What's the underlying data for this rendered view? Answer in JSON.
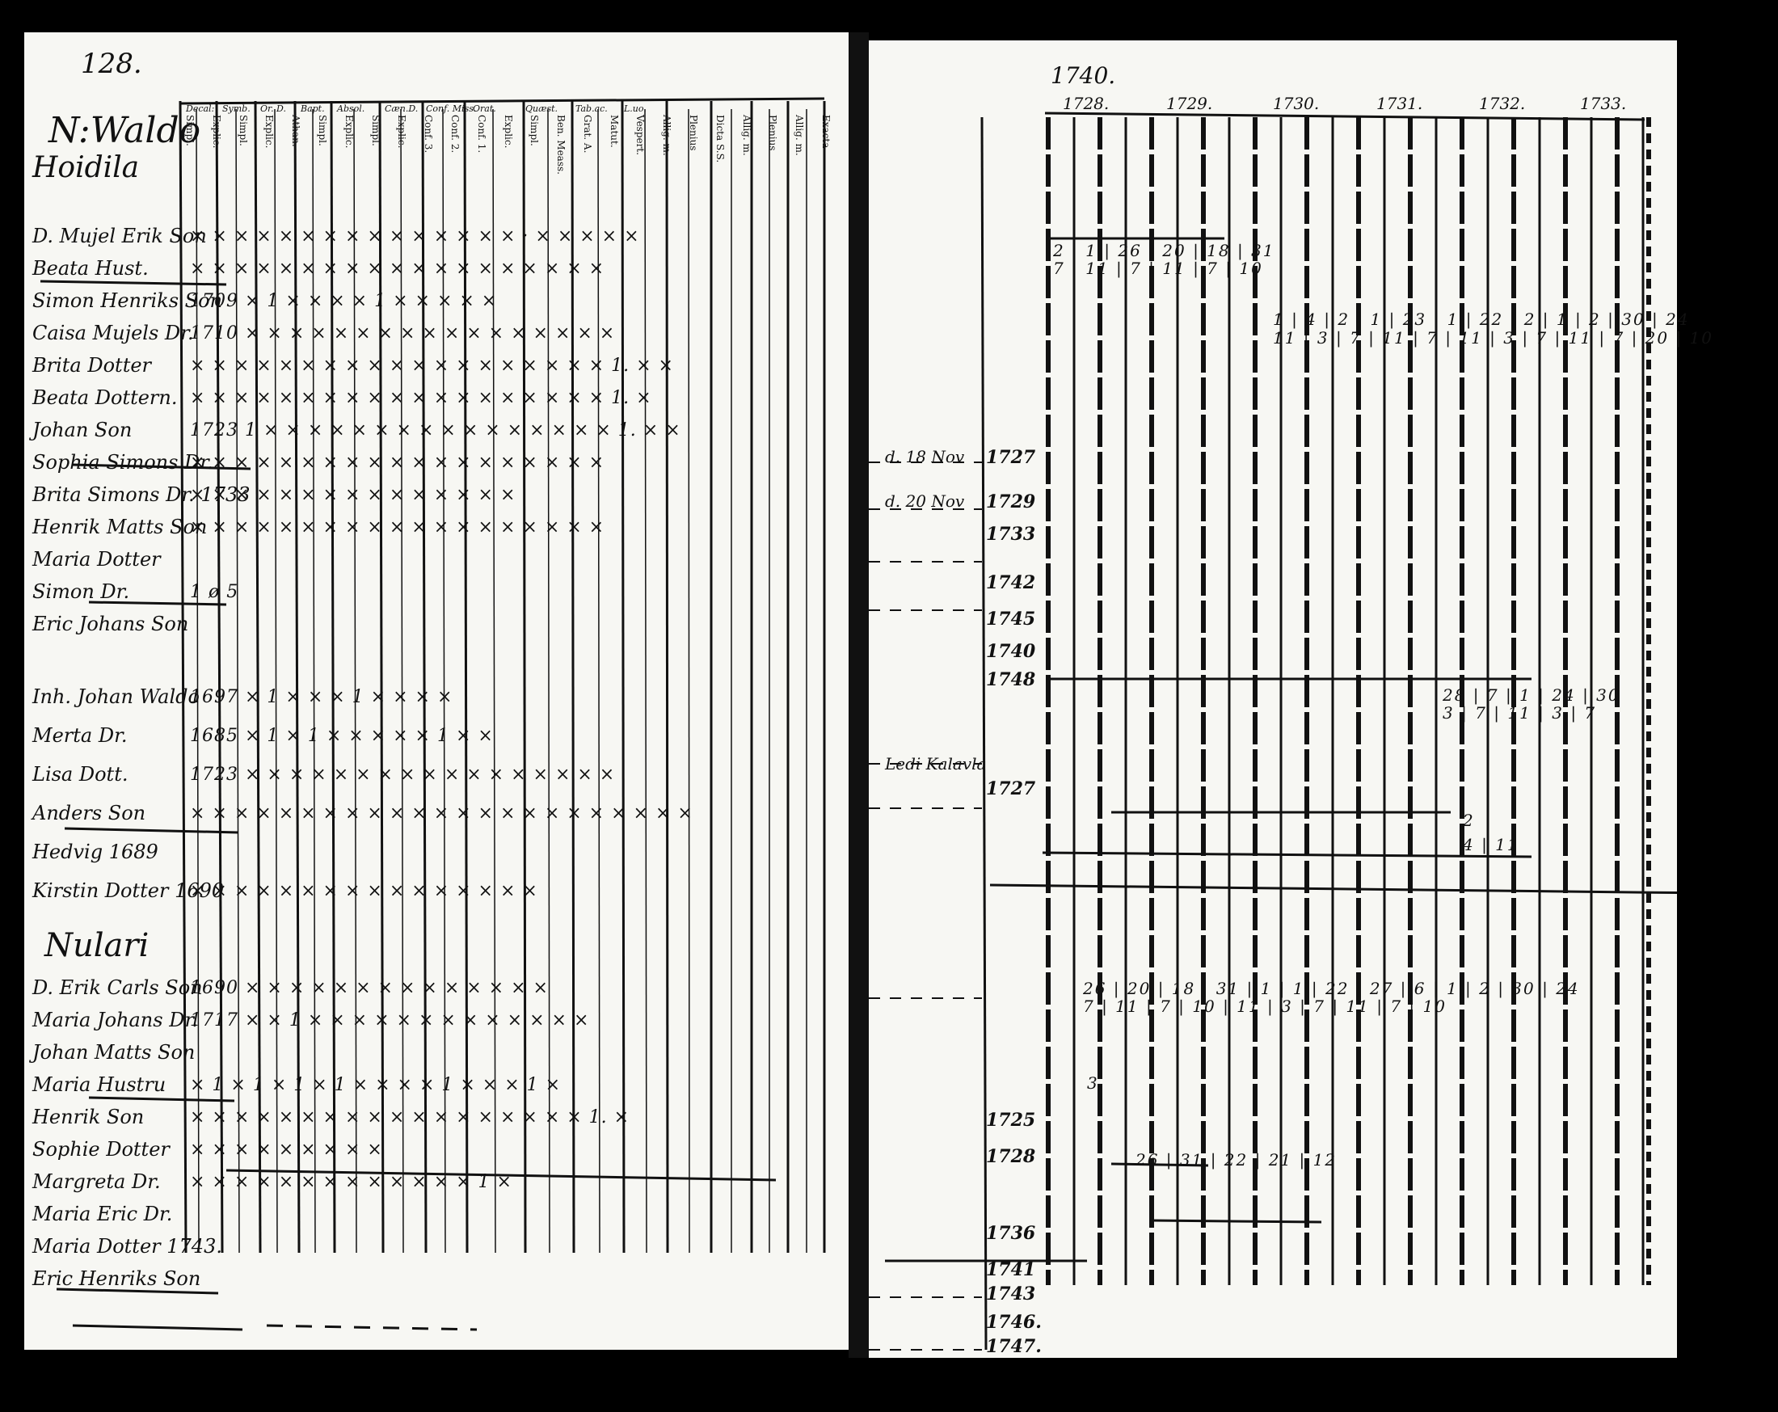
{
  "left_page": {
    "page_number": "128.",
    "village_heading": [
      "N:Waldo",
      "Hoidila"
    ],
    "column_headers_top": [
      "Decal:",
      "Symb.",
      "Or. D.",
      "Bapt.",
      "Absol.",
      "Cæn.D.",
      "Conf. Miss.",
      "Orat.",
      "Quæst.",
      "Tab.ac.",
      "L.uo."
    ],
    "column_headers_sub": [
      "Simpl.",
      "Explic.",
      "Simpl.",
      "Explic.",
      "Athan.",
      "Simpl.",
      "Explic.",
      "Simpl.",
      "Explic.",
      "Conf. 3.",
      "Conf. 2.",
      "Conf. 1.",
      "Explic.",
      "Simpl.",
      "Ben. Meass.",
      "Grat. A.",
      "Matut.",
      "Vespert.",
      "Allig. m.",
      "Plenius",
      "Dicta S.S.",
      "Allig. m.",
      "Plenius",
      "Allig. m.",
      "Exacta"
    ],
    "household_1": [
      {
        "name": "D. Mujel Erik Son",
        "marks": "× ×  × × ×  × ×  × ×  × × ×  × ×  × ·  × ×  × ×  ×"
      },
      {
        "name": "Beata Hust.",
        "marks": "× ×  × × ×  × ×  × ×  × × ×  × ×  × ×  × ×  ×"
      },
      {
        "name": "Simon Henriks Son",
        "marks": "1709  × 1  ×  × ×  × 1 ×  ×  × ×  ×"
      },
      {
        "name": "Caisa Mujels Dr.",
        "marks": "1710  × × ×  × ×  × ×  × × ×  × ×  × ×  × ×  ×"
      },
      {
        "name": "Brita Dotter",
        "marks": "× × ×  × × ×  × ×  × ×  × × ×  × ×  × ×  × ×  1.  ×  ×"
      },
      {
        "name": "Beata Dottern.",
        "marks": "× ×  × × ×  × ×  × ×  × × ×  × ×  × × ×  × ×  1.  ×"
      },
      {
        "name": "Johan Son",
        "marks": "1723  1  × × ×  × ×  × ×  × × ×  × ×  × ×  × ×  1.  ×  ×"
      },
      {
        "name": "Sophia Simons Dr.",
        "marks": "× ×  × × ×  × ×  × ×  × × ×  × ×  × × ×  × ×"
      },
      {
        "name": "Brita Simons Dr. 1733",
        "marks": "× ×  × ×  ×  ×  × × ×  × × × ×  × ×"
      },
      {
        "name": "Henrik Matts Son",
        "marks": "× ×  × × ×  × ×  × ×  × × ×  × ×  × × × ×  ×"
      },
      {
        "name": "Maria Dotter",
        "marks": ""
      },
      {
        "name": "Simon Dr.",
        "marks": "1 ø 5"
      },
      {
        "name": "Eric Johans Son",
        "marks": ""
      }
    ],
    "household_2": [
      {
        "name": "Inh. Johan Waldo",
        "marks": "1697  × 1  × ×  × 1 ×  ×  ×  ×"
      },
      {
        "name": "Merta Dr.",
        "marks": "1685  × 1  × 1  × ×  × ×  × 1 ×  ×"
      },
      {
        "name": "Lisa Dott.",
        "marks": "1723  × × ×  × ×  × ×  × × ×  × ×  × × ×  × ×"
      },
      {
        "name": "Anders Son",
        "marks": "× ×  × × ×  × ×  × ×  × × ×  × ×  × × × ×  × ×  × ×  ×"
      },
      {
        "name": "Hedvig 1689",
        "marks": ""
      },
      {
        "name": "Kirstin Dotter 1690",
        "marks": "× ×  × ×  ×  ×  × × ×  ×  × × × ×  × ×"
      }
    ],
    "section_heading": "Nulari",
    "household_3": [
      {
        "name": "D. Erik Carls Son",
        "marks": "1690  × × ×  × ×  × × × ×  × ×  × ×  ×"
      },
      {
        "name": "Maria Johans Dr.",
        "marks": "1717  × × 1  × ×  × ×  × × × ×  × ×  × ×  ×"
      },
      {
        "name": "Johan Matts Son",
        "marks": ""
      },
      {
        "name": "Maria Hustru",
        "marks": "× 1  × 1  × 1  × 1  × × ×  × 1  × ×  × 1  ×"
      },
      {
        "name": "Henrik Son",
        "marks": "× ×  × × ×  × ×  × ×  × × ×  × ×  × ×  × ×  1.  ×"
      },
      {
        "name": "Sophie Dotter",
        "marks": "× ×  × ×  × ×  × ×  ×"
      },
      {
        "name": "Margreta Dr.",
        "marks": "× ×  × ×  × ×  × ×  × ×  × ×  ×  1  ×"
      },
      {
        "name": "Maria Eric Dr.",
        "marks": ""
      },
      {
        "name": "Maria Dotter 1743.",
        "marks": ""
      },
      {
        "name": "Eric Henriks Son",
        "marks": ""
      }
    ]
  },
  "right_page": {
    "year_heading": "1740.",
    "year_columns": [
      "1728.",
      "1729.",
      "1730.",
      "1731.",
      "1732.",
      "1733."
    ],
    "margin_notes": [
      {
        "text": "d. 18 Nov",
        "year": "1727"
      },
      {
        "text": "d. 20 Nov",
        "year": "1729"
      },
      {
        "text": "",
        "year": "1733"
      },
      {
        "text": "",
        "year": "1742"
      },
      {
        "text": "",
        "year": "1745"
      },
      {
        "text": "",
        "year": "1740"
      },
      {
        "text": "",
        "year": "1748"
      },
      {
        "text": "Ledi Kalavla",
        "year": ""
      },
      {
        "text": "",
        "year": "1727"
      },
      {
        "text": "",
        "year": "1725"
      },
      {
        "text": "",
        "year": "1728"
      },
      {
        "text": "",
        "year": "1736"
      },
      {
        "text": "",
        "year": "1741"
      },
      {
        "text": "",
        "year": "1743"
      },
      {
        "text": "",
        "year": "1746."
      },
      {
        "text": "",
        "year": "1747."
      }
    ],
    "entries_block_1": [
      "2 | 1 | 26 | 20 | 18 | 31",
      "7 | 11 | 7 | 11 | 7 | 10",
      "1 | 4 | 2 | 1 | 23 | 1 | 22 | 2 | 1 | 2 | 30 | 24",
      "11 | 3 | 7 | 11 | 7 | 11 | 3 | 7 | 11 | 7 | 20 | 10"
    ],
    "entries_block_2": [
      "28 | 7 | 1 | 24 | 30",
      "3 | 7 | 11 | 3 | 7",
      "2",
      "4 | 11"
    ],
    "entries_block_3": [
      "26 | 20 | 18 | 31 | 1 | 1 | 22 | 27 | 6 | 1 | 2 | 30 | 24",
      "7 | 11 | 7 | 10 | 11 | 3 | 7 | 11 | 7 | 10",
      "3",
      "26 | 31 | 22 | 21 | 12"
    ]
  }
}
